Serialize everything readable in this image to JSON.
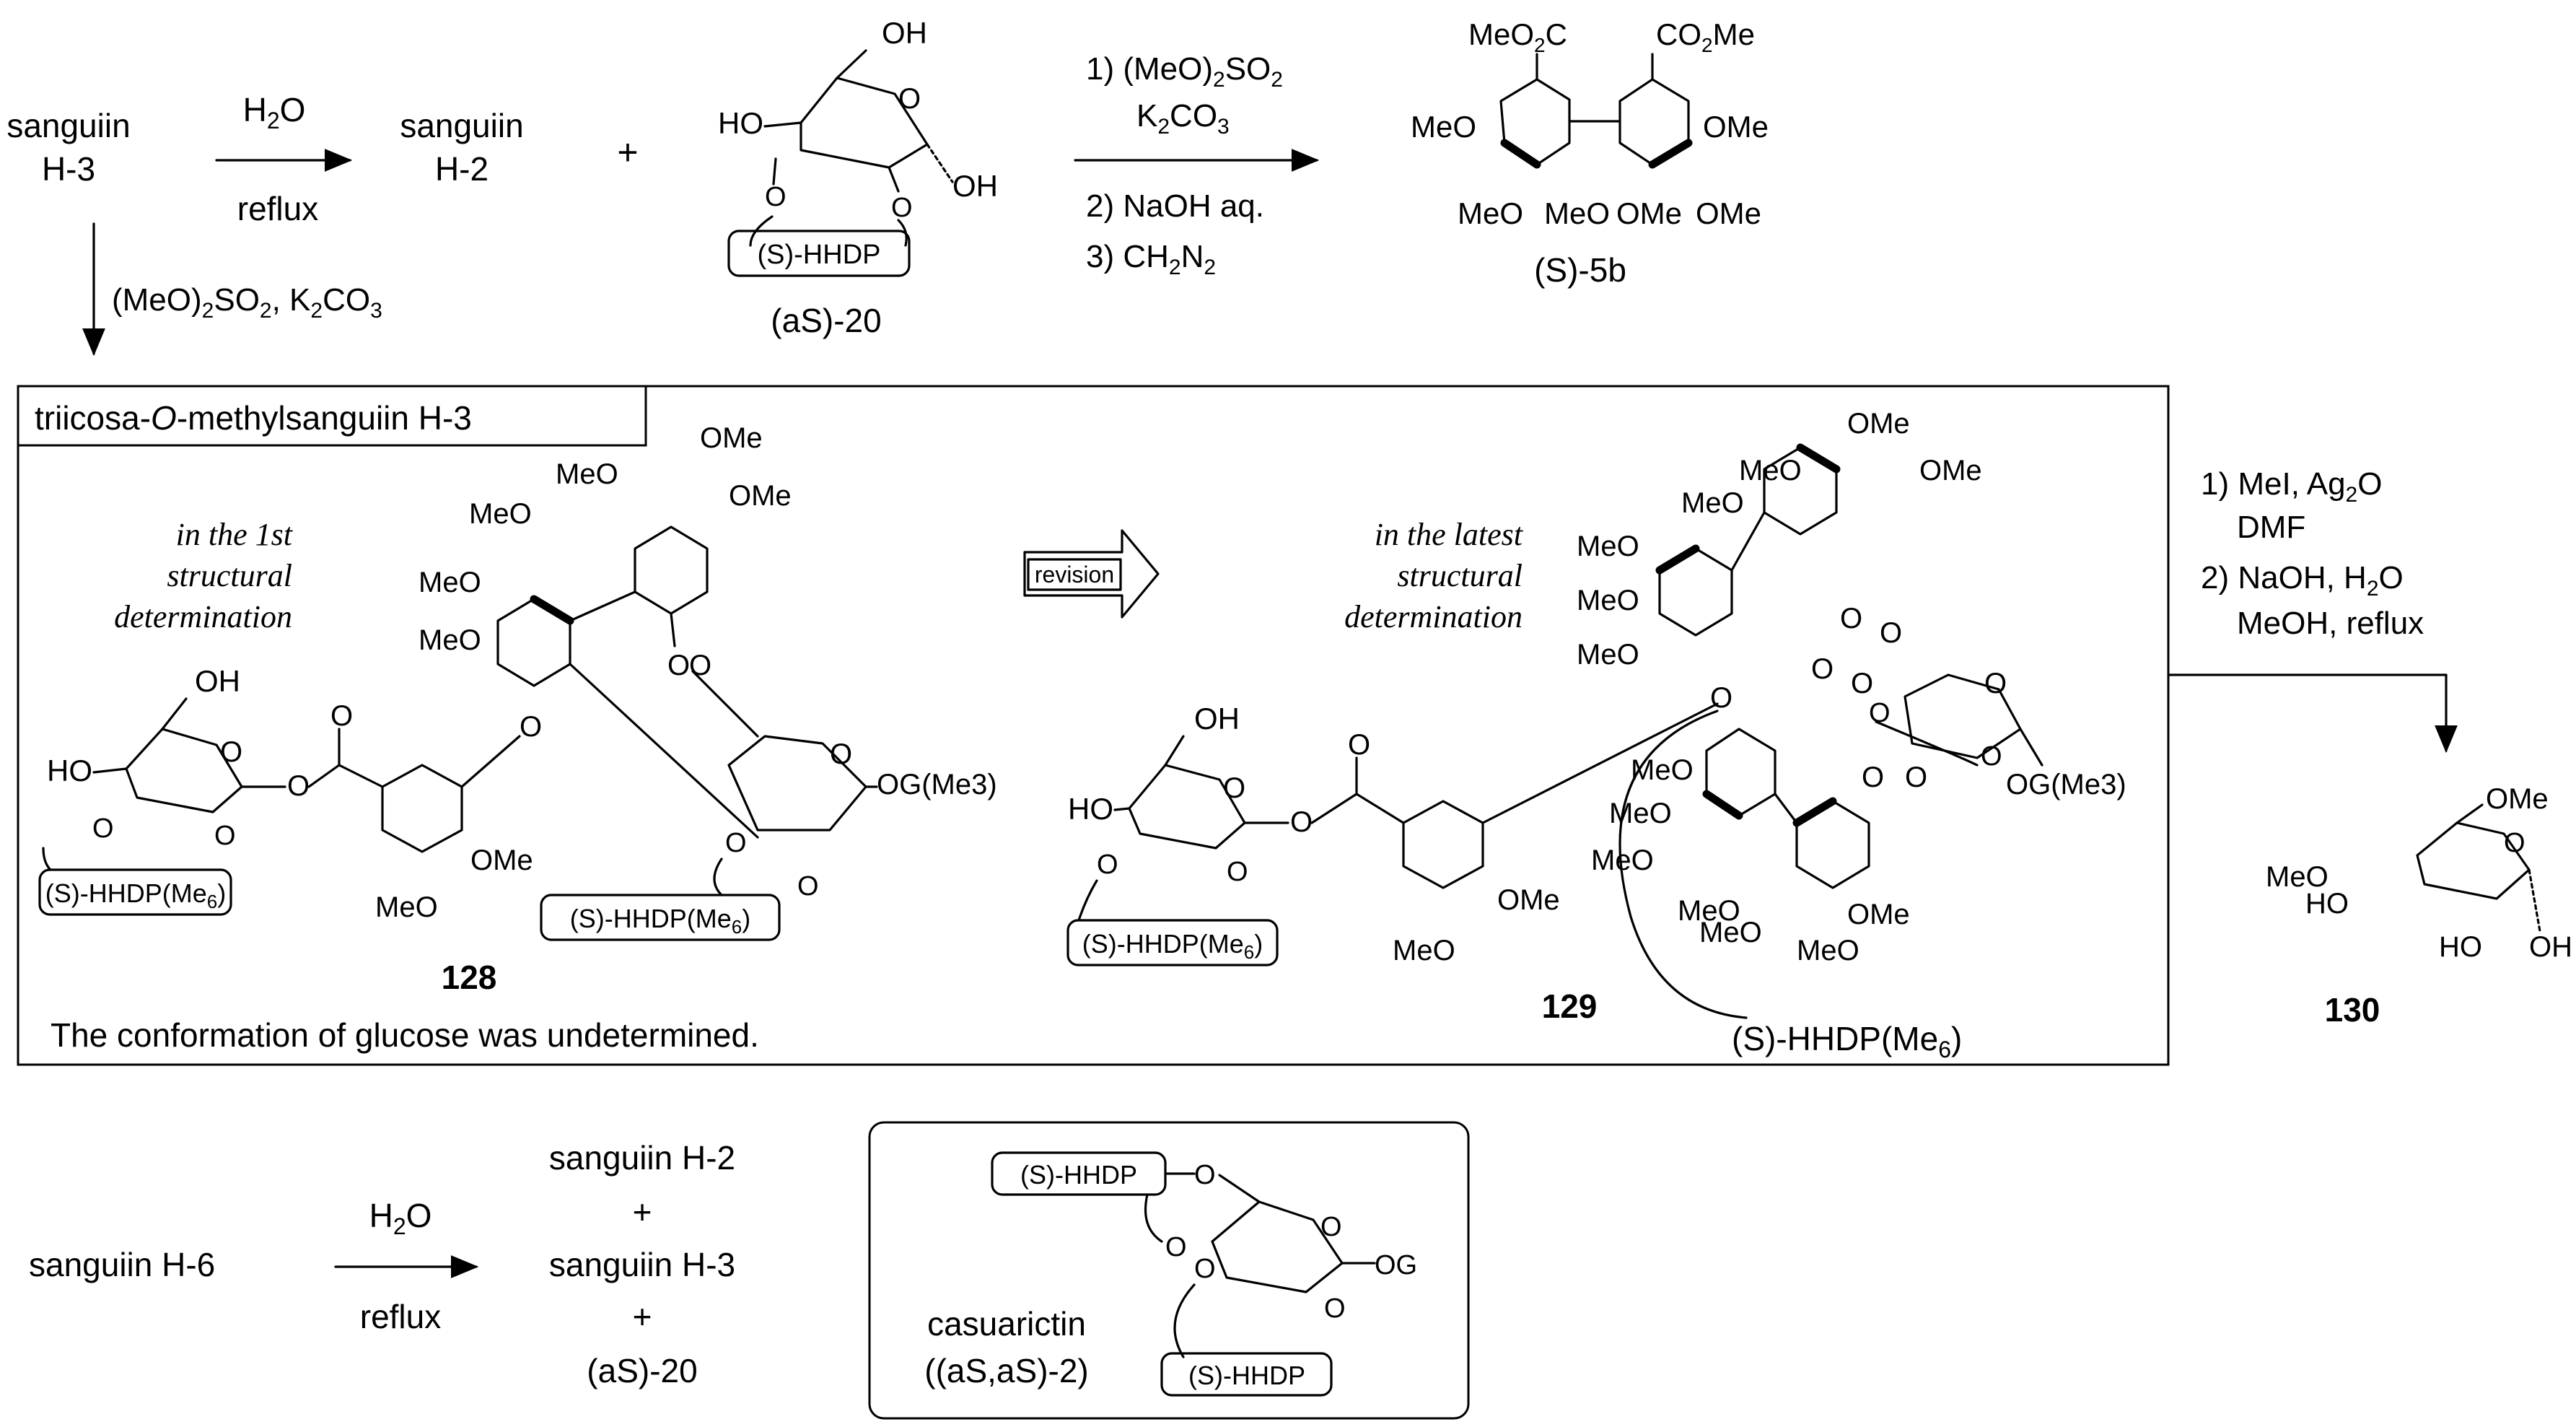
{
  "top": {
    "sanguiin_h3": [
      "sanguiin",
      "H-3"
    ],
    "water_reflux_1": {
      "reagent": "H2O",
      "condition": "reflux"
    },
    "sanguiin_h2": [
      "sanguiin",
      "H-2"
    ],
    "plus": "+",
    "compound_20_label": "(aS)-20",
    "methylation_steps": [
      "1) (MeO)2SO2",
      "K2CO3",
      "2) NaOH aq.",
      "3) CH2N2"
    ],
    "compound_5b_label": "(S)-5b",
    "down_arrow_reagent": "(MeO)2SO2, K2CO3"
  },
  "box": {
    "title": "triicosa-O-methylsanguiin H-3",
    "note_first": [
      "in the 1st",
      "structural",
      "determination"
    ],
    "revision": "revision",
    "note_latest": [
      "in the latest",
      "structural",
      "determination"
    ],
    "compound_128": "128",
    "compound_129": "129",
    "footnote": "The conformation of glucose was undetermined.",
    "hhdp_me6": "(S)-HHDP(Me6)"
  },
  "right": {
    "steps": [
      "1) MeI, Ag2O",
      "DMF",
      "2) NaOH, H2O",
      "MeOH, reflux"
    ],
    "compound_130": "130"
  },
  "bottom": {
    "sanguiin_h6": "sanguiin H-6",
    "water_reflux_2": {
      "reagent": "H2O",
      "condition": "reflux"
    },
    "products": [
      "sanguiin H-2",
      "+",
      "sanguiin H-3",
      "+",
      "(aS)-20"
    ],
    "casuarictin_label": [
      "casuarictin",
      "((aS,aS)-2)"
    ]
  },
  "groups": {
    "OMe": "OMe",
    "MeO": "MeO",
    "OH": "OH",
    "HO": "HO",
    "O": "O",
    "OG": "OG",
    "OGMe3": "OG(Me3)",
    "CO2Me": "CO2Me",
    "MeO2C": "MeO2C",
    "HHDP": "(S)-HHDP"
  }
}
